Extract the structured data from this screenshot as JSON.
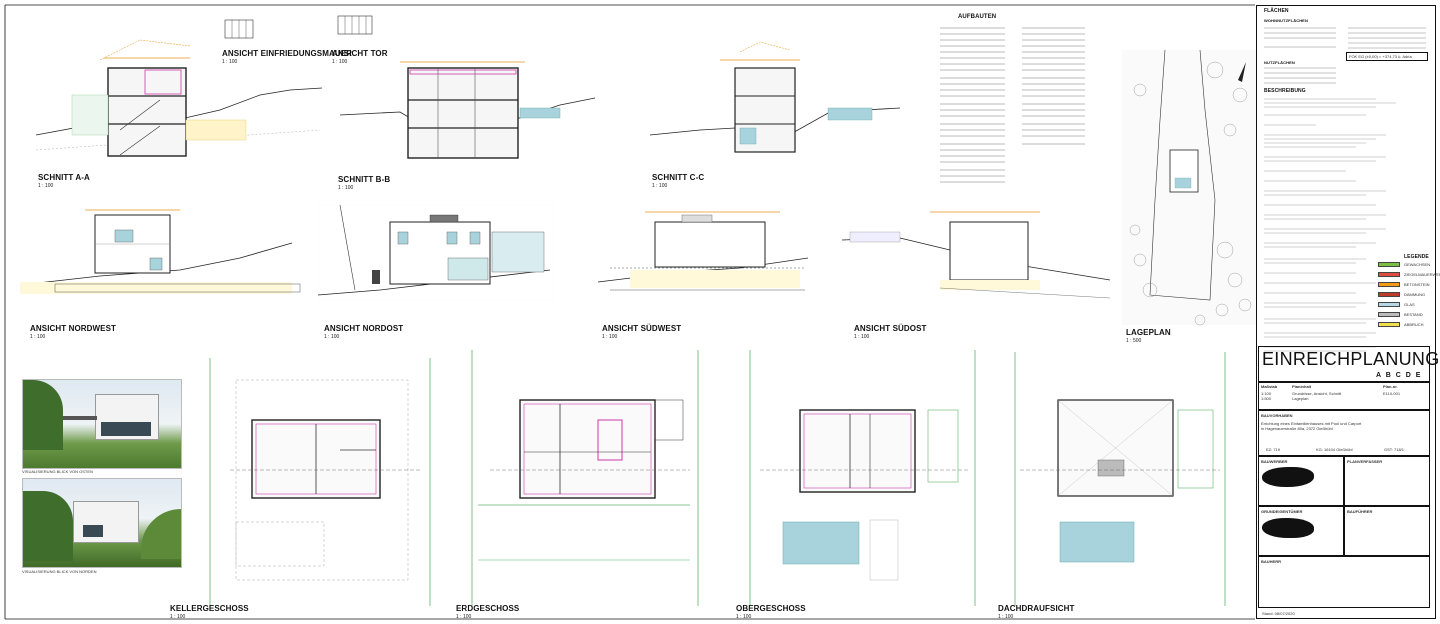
{
  "labels": {
    "schnitt_aa": "SCHNITT A-A",
    "schnitt_bb": "SCHNITT B-B",
    "schnitt_cc": "SCHNITT C-C",
    "ansicht_einfriedung": "ANSICHT EINFRIEDUNGSMAUER",
    "ansicht_tor": "ANSICHT TOR",
    "ansicht_nordwest": "ANSICHT NORDWEST",
    "ansicht_nordost": "ANSICHT NORDOST",
    "ansicht_suedwest": "ANSICHT SÜDWEST",
    "ansicht_suedost": "ANSICHT SÜDOST",
    "lageplan": "LAGEPLAN",
    "kellergeschoss": "KELLERGESCHOSS",
    "erdgeschoss": "ERDGESCHOSS",
    "obergeschoss": "OBERGESCHOSS",
    "dachdraufsicht": "DACHDRAUFSICHT",
    "vis_osten": "VISUALISIERUNG BLICK VON OSTEN",
    "vis_norden": "VISUALISIERUNG BLICK VON NORDEN",
    "aufbauten": "AUFBAUTEN"
  },
  "scales": {
    "s100": "1 : 100",
    "s500": "1 : 500"
  },
  "title_block": {
    "flaechen": "FLÄCHEN",
    "wohnnutzflaechen": "WOHNNUTZFLÄCHEN",
    "nutzflaechen": "NUTZFLÄCHEN",
    "beschreibung": "BESCHREIBUNG",
    "legende": "LEGENDE",
    "fok": "FOK EG (±0,00) = +374,73 ü. Adria",
    "title": "EINREICHPLANUNG",
    "letters": "A B C D E",
    "massstab_label": "Maßstab",
    "massstab_values": "1:100\n1:500",
    "planinhalt_label": "Planinhalt",
    "planinhalt_value": "Grundrisse, Ansicht, Schnitt\nLageplan",
    "planno_label": "Plan-nr.",
    "planno_value": "E110-001",
    "bauvorhaben_label": "BAUVORHABEN",
    "bauvorhaben_value": "Errichtung eines Einfamilienhauses mit Pool und Carport\nin Hagenauerstraße 80a, 2372 Gießhübl",
    "ez": "EZ: 719",
    "kg": "KG: 16104 Gießhübl",
    "gst": "GST: 718/1",
    "bauwerber": "BAUWERBER",
    "planverfasser": "PLANVERFASSER",
    "grundeigentuemer": "GRUNDEIGENTÜMER",
    "baufuehrer": "BAUFÜHRER",
    "bauherr": "BAUHERR",
    "datum": "Stand: 08/07/2020"
  },
  "legend_items": [
    {
      "label": "GEWACHSEN",
      "color": "#7bc043"
    },
    {
      "label": "ZIEGELMAUERWERK",
      "color": "#e04a3f"
    },
    {
      "label": "BETONSTEIN",
      "color": "#f39c12"
    },
    {
      "label": "DÄMMUNG",
      "color": "#c0392b"
    },
    {
      "label": "GLAS",
      "color": "#b8d8e8"
    },
    {
      "label": "BESTAND",
      "color": "#bbbbbb"
    },
    {
      "label": "ABBRUCH",
      "color": "#f1e04a"
    }
  ],
  "colors": {
    "orange": "#e8941a",
    "magenta": "#cc3aa8",
    "green": "#5fb36a",
    "pool": "#a9d3dc",
    "line": "#222222"
  }
}
